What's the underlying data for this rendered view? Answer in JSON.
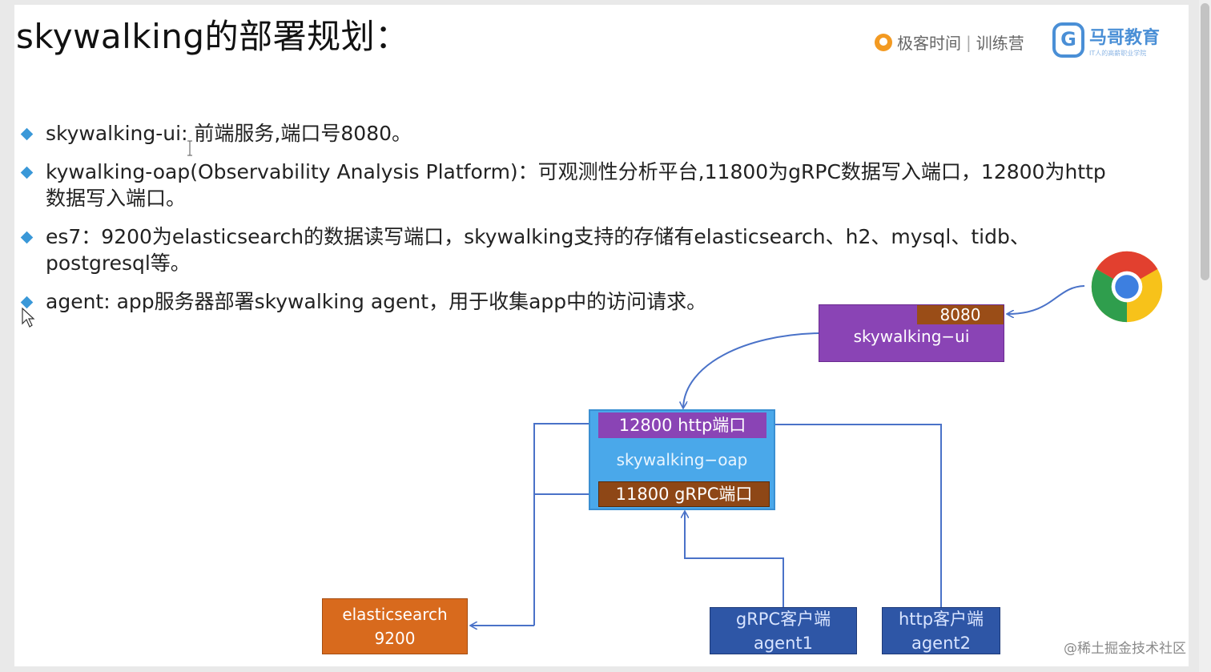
{
  "title": "skywalking的部署规划：",
  "logos": {
    "geek_time": "极客时间",
    "bootcamp": "训练营",
    "mage_badge": "G",
    "mage_name": "马哥教育",
    "mage_slogan": "IT人的高薪职业学院"
  },
  "bullets": [
    {
      "lines": [
        "skywalking-ui: 前端服务,端口号8080。"
      ]
    },
    {
      "lines": [
        "kywalking-oap(Observability Analysis Platform)：可观测性分析平台,11800为gRPC数据写入端口，12800为http",
        "数据写入端口。"
      ]
    },
    {
      "lines": [
        "es7：9200为elasticsearch的数据读写端口，skywalking支持的存储有elasticsearch、h2、mysql、tidb、",
        "postgresql等。"
      ]
    },
    {
      "lines": [
        "agent: app服务器部署skywalking agent，用于收集app中的访问请求。"
      ]
    }
  ],
  "diagram": {
    "ui": {
      "port": "8080",
      "label": "skywalking−ui"
    },
    "oap": {
      "http_port": "12800  http端口",
      "label": "skywalking−oap",
      "grpc_port": "11800  gRPC端口"
    },
    "es": {
      "line1": "elasticsearch",
      "line2": "9200"
    },
    "agent1": {
      "line1": "gRPC客户端",
      "line2": "agent1"
    },
    "agent2": {
      "line1": "http客户端",
      "line2": "agent2"
    },
    "browser_icon": "chrome-icon",
    "colors": {
      "ui": "#8a44b5",
      "oap": "#4aa8ea",
      "es": "#d86a1d",
      "agent": "#2e56a6",
      "port": "#9a4d17",
      "arrow": "#4a72c8"
    }
  },
  "watermark": "@稀土掘金技术社区"
}
